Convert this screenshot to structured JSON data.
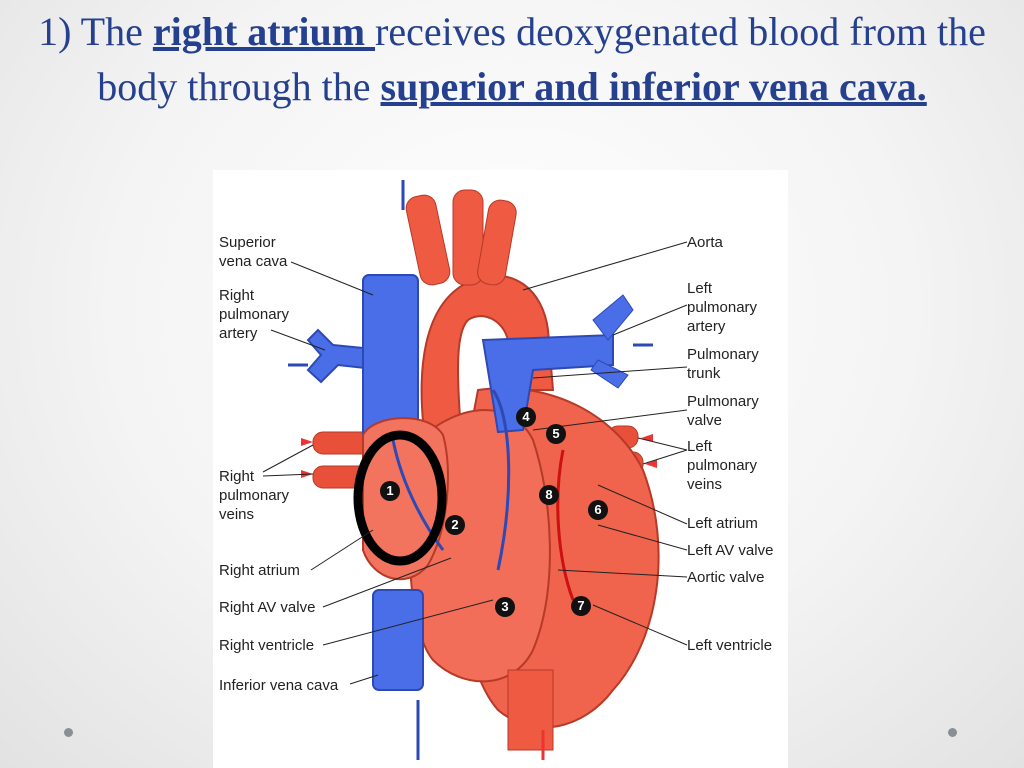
{
  "title": {
    "part1": "1) The ",
    "bold1": "right atrium ",
    "part2": "receives deoxygenated blood from the body through the ",
    "bold2": "superior and inferior vena cava."
  },
  "diagram": {
    "labels_left": {
      "superior_vena_cava": "Superior\nvena cava",
      "right_pulmonary_artery": "Right\npulmonary\nartery",
      "right_pulmonary_veins": "Right\npulmonary\nveins",
      "right_atrium": "Right atrium",
      "right_av_valve": "Right AV valve",
      "right_ventricle": "Right ventricle",
      "inferior_vena_cava": "Inferior vena cava"
    },
    "labels_right": {
      "aorta": "Aorta",
      "left_pulmonary_artery": "Left\npulmonary\nartery",
      "pulmonary_trunk": "Pulmonary\ntrunk",
      "pulmonary_valve": "Pulmonary\nvalve",
      "left_pulmonary_veins": "Left\npulmonary\nveins",
      "left_atrium": "Left atrium",
      "left_av_valve": "Left AV valve",
      "aortic_valve": "Aortic valve",
      "left_ventricle": "Left ventricle"
    },
    "step_numbers": [
      "1",
      "2",
      "3",
      "4",
      "5",
      "6",
      "7",
      "8"
    ],
    "colors": {
      "oxygenated": "#e8503a",
      "deoxygenated": "#4a6de8",
      "highlight_ring": "#000000",
      "title_text": "#25408f"
    }
  }
}
